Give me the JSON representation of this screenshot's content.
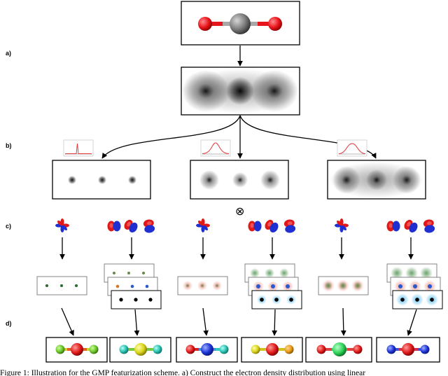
{
  "panel_labels": {
    "a": "a)",
    "b": "b)",
    "c": "c)",
    "d": "d)"
  },
  "tensor_symbol": "⊗",
  "caption": "Figure 1: Illustration for the GMP featurization scheme. a) Construct the electron density distribution using linear",
  "colors": {
    "oxygen": "#e8141c",
    "carbon": "#6f6f6f",
    "orbital_red": "#e01818",
    "orbital_blue": "#1f2fd0",
    "gaussian_curve": "#e33b3b"
  }
}
